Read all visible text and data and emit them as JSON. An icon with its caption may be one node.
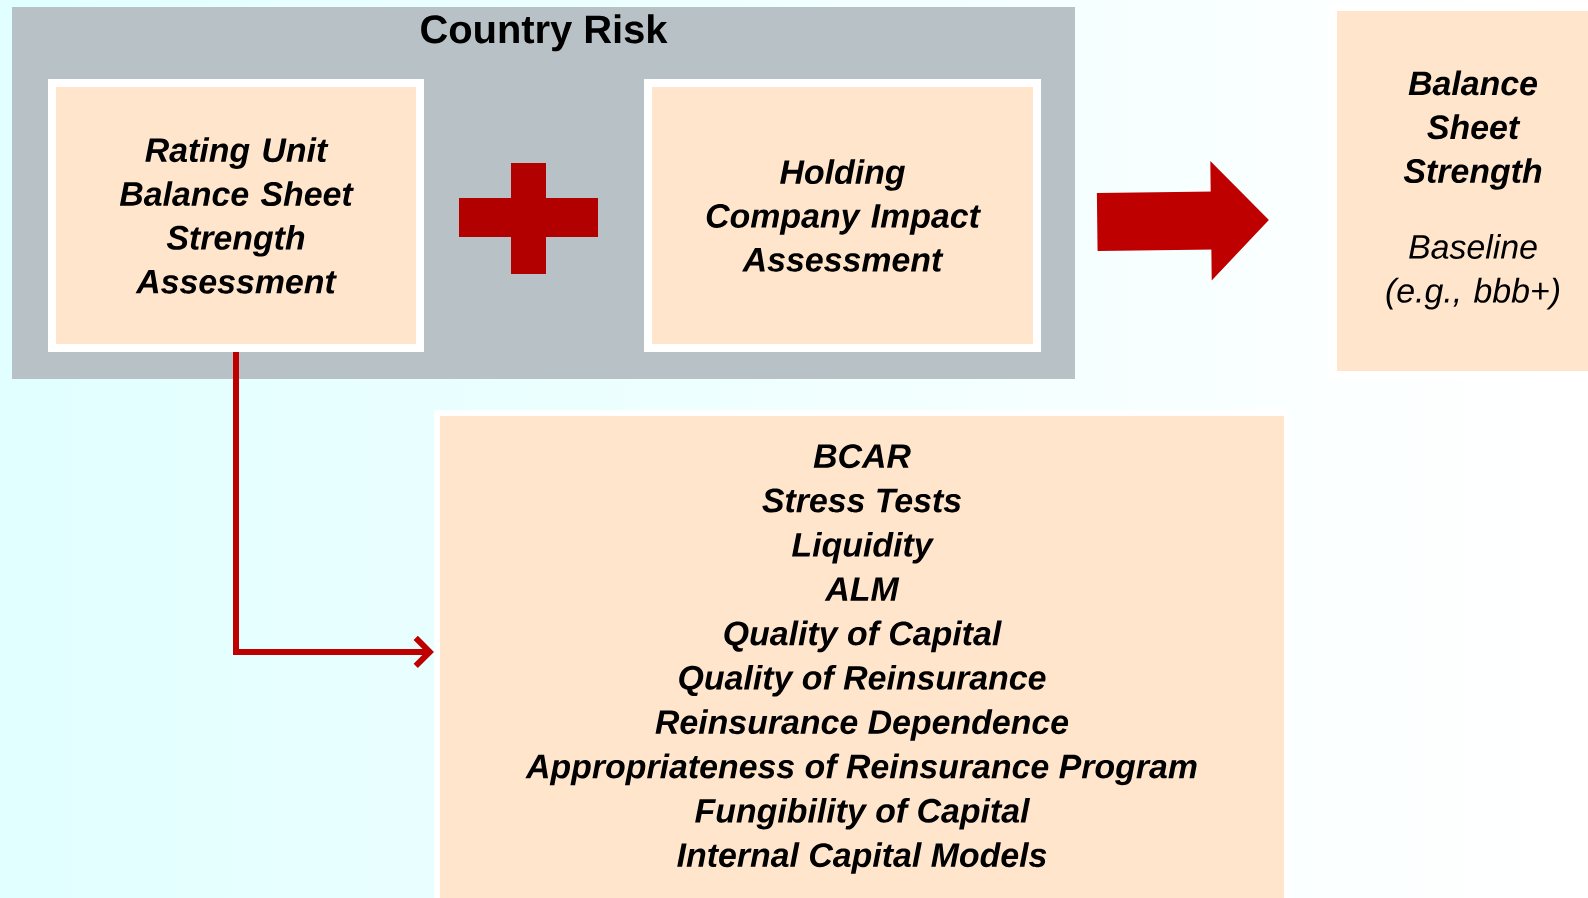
{
  "diagram": {
    "nodes": [
      {
        "text": [
          "Country Risk"
        ]
      },
      {
        "text": [
          "Rating Unit Balance Sheet Strength Assessment"
        ],
        "in": 0
      },
      {
        "text": [
          "Holding Company Impact Assessment"
        ],
        "in": 0
      },
      {
        "text": [
          "Balance Sheet Strength",
          "Baseline (e.g., bbb+)"
        ]
      },
      {
        "text": [
          "BCAR",
          "Stress Tests",
          "Liquidity",
          "ALM",
          "Quality of Capital",
          "Quality of Reinsurance",
          "Reinsurance Dependence",
          "Appropriateness of Reinsurance Program",
          "Fungibility of Capital",
          "Internal Capital Models"
        ]
      }
    ],
    "edges": [
      {
        "from": 0,
        "to": 3,
        "arrow": "to",
        "style": "thick"
      },
      {
        "from": 1,
        "to": 4,
        "arrow": "to"
      }
    ]
  }
}
